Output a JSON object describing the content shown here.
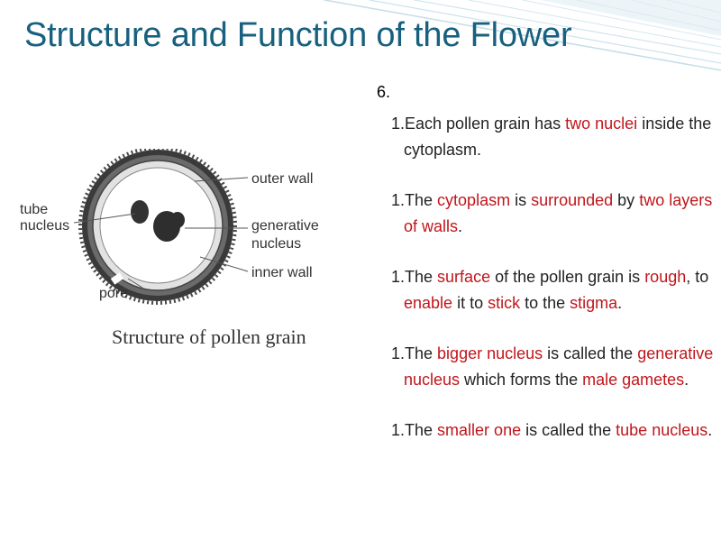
{
  "title": "Structure and Function of the Flower",
  "section_number": "6.",
  "diagram": {
    "caption": "Structure of pollen grain",
    "labels": {
      "outer_wall": "outer wall",
      "tube": "tube",
      "nucleus": "nucleus",
      "generative": "generative",
      "generative_nucleus": "nucleus",
      "inner_wall": "inner wall",
      "pore": "pore"
    }
  },
  "points": [
    {
      "number": "1.",
      "segments": [
        {
          "text": "Each pollen grain has ",
          "highlight": false
        },
        {
          "text": "two nuclei",
          "highlight": true
        },
        {
          "text": " inside the cytoplasm.",
          "highlight": false
        }
      ]
    },
    {
      "number": "1.",
      "segments": [
        {
          "text": "The ",
          "highlight": false
        },
        {
          "text": "cytoplasm",
          "highlight": true
        },
        {
          "text": " is ",
          "highlight": false
        },
        {
          "text": "surrounded",
          "highlight": true
        },
        {
          "text": " by ",
          "highlight": false
        },
        {
          "text": "two layers of walls",
          "highlight": true
        },
        {
          "text": ".",
          "highlight": false
        }
      ]
    },
    {
      "number": "1.",
      "segments": [
        {
          "text": "The ",
          "highlight": false
        },
        {
          "text": "surface",
          "highlight": true
        },
        {
          "text": " of the pollen grain is ",
          "highlight": false
        },
        {
          "text": "rough",
          "highlight": true
        },
        {
          "text": ", to ",
          "highlight": false
        },
        {
          "text": "enable",
          "highlight": true
        },
        {
          "text": " it to ",
          "highlight": false
        },
        {
          "text": "stick",
          "highlight": true
        },
        {
          "text": " to the ",
          "highlight": false
        },
        {
          "text": "stigma",
          "highlight": true
        },
        {
          "text": ".",
          "highlight": false
        }
      ]
    },
    {
      "number": "1.",
      "segments": [
        {
          "text": "The ",
          "highlight": false
        },
        {
          "text": "bigger nucleus",
          "highlight": true
        },
        {
          "text": " is called the ",
          "highlight": false
        },
        {
          "text": "generative nucleus",
          "highlight": true
        },
        {
          "text": " which forms the ",
          "highlight": false
        },
        {
          "text": "male gametes",
          "highlight": true
        },
        {
          "text": ".",
          "highlight": false
        }
      ]
    },
    {
      "number": "1.",
      "segments": [
        {
          "text": "The ",
          "highlight": false
        },
        {
          "text": "smaller one",
          "highlight": true
        },
        {
          "text": " is called the ",
          "highlight": false
        },
        {
          "text": "tube nucleus",
          "highlight": true
        },
        {
          "text": ".",
          "highlight": false
        }
      ]
    }
  ],
  "colors": {
    "title": "#17607f",
    "highlight": "#c0161c",
    "body_text": "#222222",
    "decor_stripe": "#a9cfe2"
  }
}
